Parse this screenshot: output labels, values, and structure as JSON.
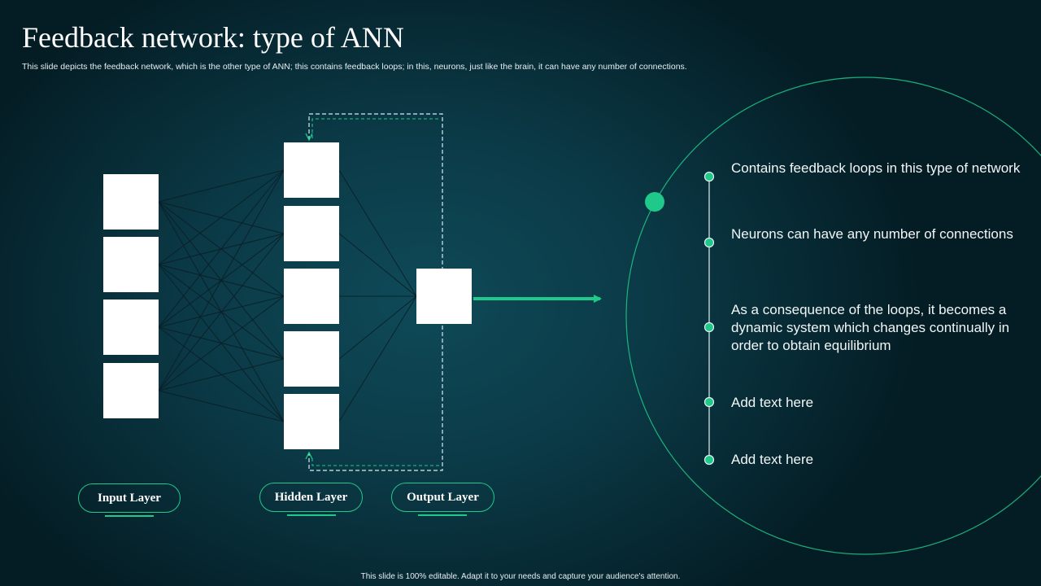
{
  "slide": {
    "title": "Feedback network: type of ANN",
    "subtitle": "This slide depicts the feedback network, which is the other type of ANN; this contains feedback loops; in this, neurons, just like the brain, it can have any number of connections.",
    "footer": "This slide is 100% editable. Adapt it to your needs and capture your audience's attention."
  },
  "diagram": {
    "layers": [
      {
        "label": "Input Layer",
        "node_count": 4
      },
      {
        "label": "Hidden Layer",
        "node_count": 5
      },
      {
        "label": "Output Layer",
        "node_count": 1
      }
    ],
    "feedback_loop": true,
    "arrow_direction": "right"
  },
  "points": [
    {
      "text": "Contains feedback loops in this type of network"
    },
    {
      "text": "Neurons can have any number of connections"
    },
    {
      "text": "As a consequence of the loops, it becomes a dynamic system which changes continually in order to obtain equilibrium"
    },
    {
      "text": "Add text here"
    },
    {
      "text": "Add text here"
    }
  ],
  "colors": {
    "accent": "#1fc98a",
    "background": "#0b3a47",
    "node": "#ffffff",
    "text": "#ffffff"
  }
}
